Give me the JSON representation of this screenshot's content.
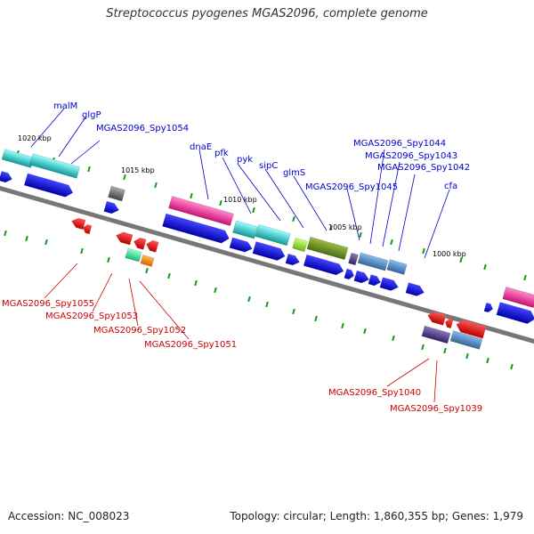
{
  "title": "Streptococcus pyogenes MGAS2096, complete genome",
  "footer": {
    "accession": "Accession: NC_008023",
    "summary": "Topology: circular; Length: 1,860,355 bp; Genes: 1,979"
  },
  "kbp_ticks": [
    "1020 kbp",
    "1015 kbp",
    "1010 kbp",
    "1005 kbp",
    "1000 kbp"
  ],
  "forward_labels": [
    "malM",
    "glgP",
    "MGAS2096_Spy1054",
    "dnaE",
    "pfk",
    "pyk",
    "sipC",
    "glmS",
    "MGAS2096_Spy1045",
    "MGAS2096_Spy1044",
    "MGAS2096_Spy1043",
    "MGAS2096_Spy1042",
    "cfa"
  ],
  "reverse_labels": [
    "MGAS2096_Spy1055",
    "MGAS2096_Spy1053",
    "MGAS2096_Spy1052",
    "MGAS2096_Spy1051",
    "MGAS2096_Spy1040",
    "MGAS2096_Spy1039"
  ],
  "colors": {
    "backbone": "#888888",
    "forward_label": "#0000cc",
    "reverse_label": "#cc0000",
    "cds_forward": "#0000ee",
    "cds_reverse": "#ee0000",
    "tick": "#008800",
    "cyan": "#33cccc",
    "magenta": "#ee3399",
    "olive": "#6b8e23",
    "lime": "#99ee33",
    "steel": "#5588bb",
    "purple": "#554488",
    "gray": "#666666",
    "orange": "#ff8800",
    "mint": "#33ee99"
  }
}
